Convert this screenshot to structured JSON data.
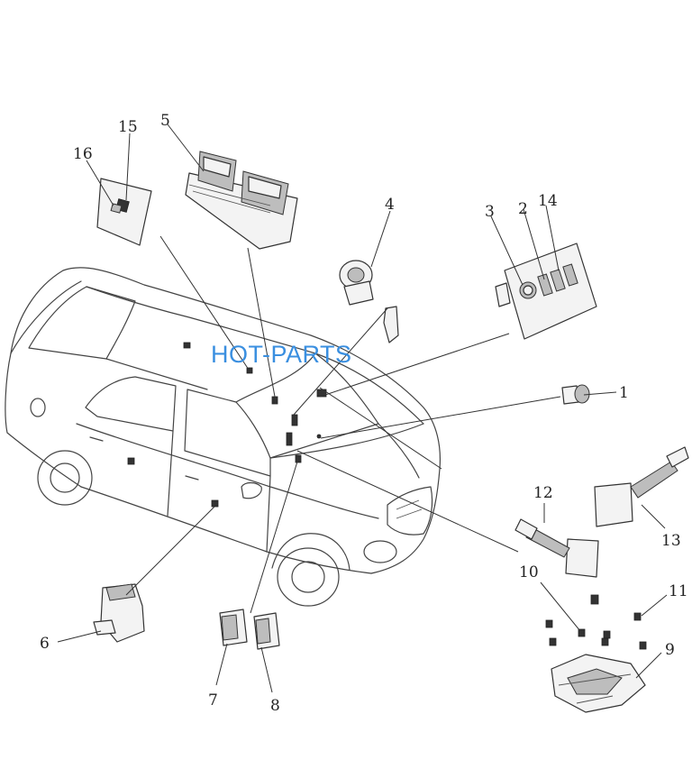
{
  "watermark": {
    "text": "HOT-PARTS",
    "color": "#3a8fe0"
  },
  "callouts": [
    "1",
    "2",
    "3",
    "4",
    "5",
    "6",
    "7",
    "8",
    "9",
    "10",
    "11",
    "12",
    "13",
    "14",
    "15",
    "16"
  ]
}
